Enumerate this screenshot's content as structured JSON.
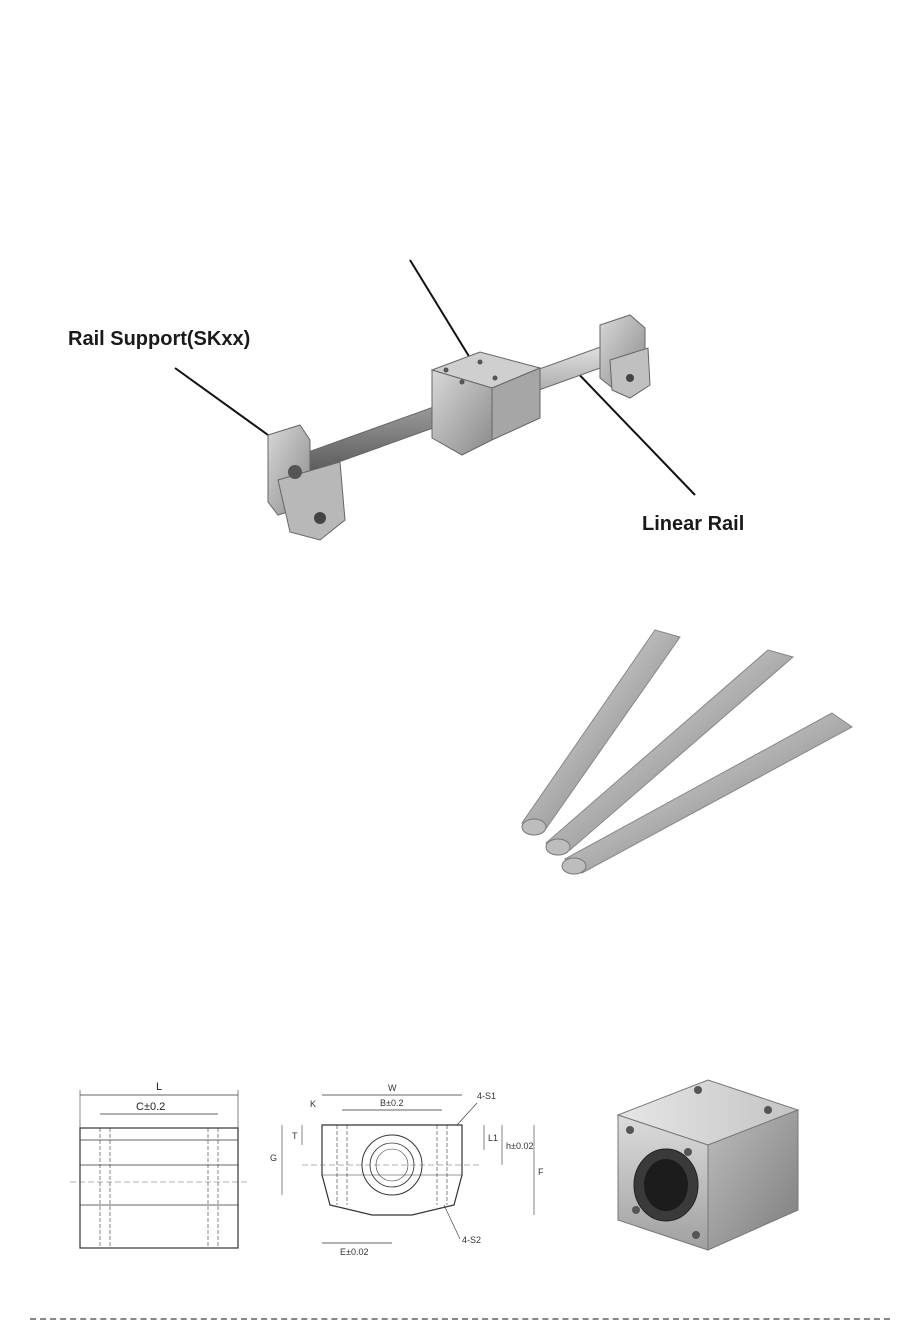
{
  "callouts": {
    "rail_support": "Rail Support(SKxx)",
    "linear_rail": "Linear Rail"
  },
  "drawing_side": {
    "length_label": "L",
    "c_label": "C±0.2"
  },
  "drawing_front": {
    "w_label": "W",
    "k_label": "K",
    "b_label": "B±0.2",
    "s1_label": "4-S1",
    "s2_label": "4-S2",
    "g_label": "G",
    "t_label": "T",
    "l1_label": "L1",
    "h_label": "h±0.02",
    "f_label": "F",
    "e_label": "E±0.02"
  },
  "icons": {
    "assembly": "linear-rail-assembly-illustration",
    "shafts": "steel-shafts-illustration",
    "block": "linear-bearing-block-illustration"
  }
}
